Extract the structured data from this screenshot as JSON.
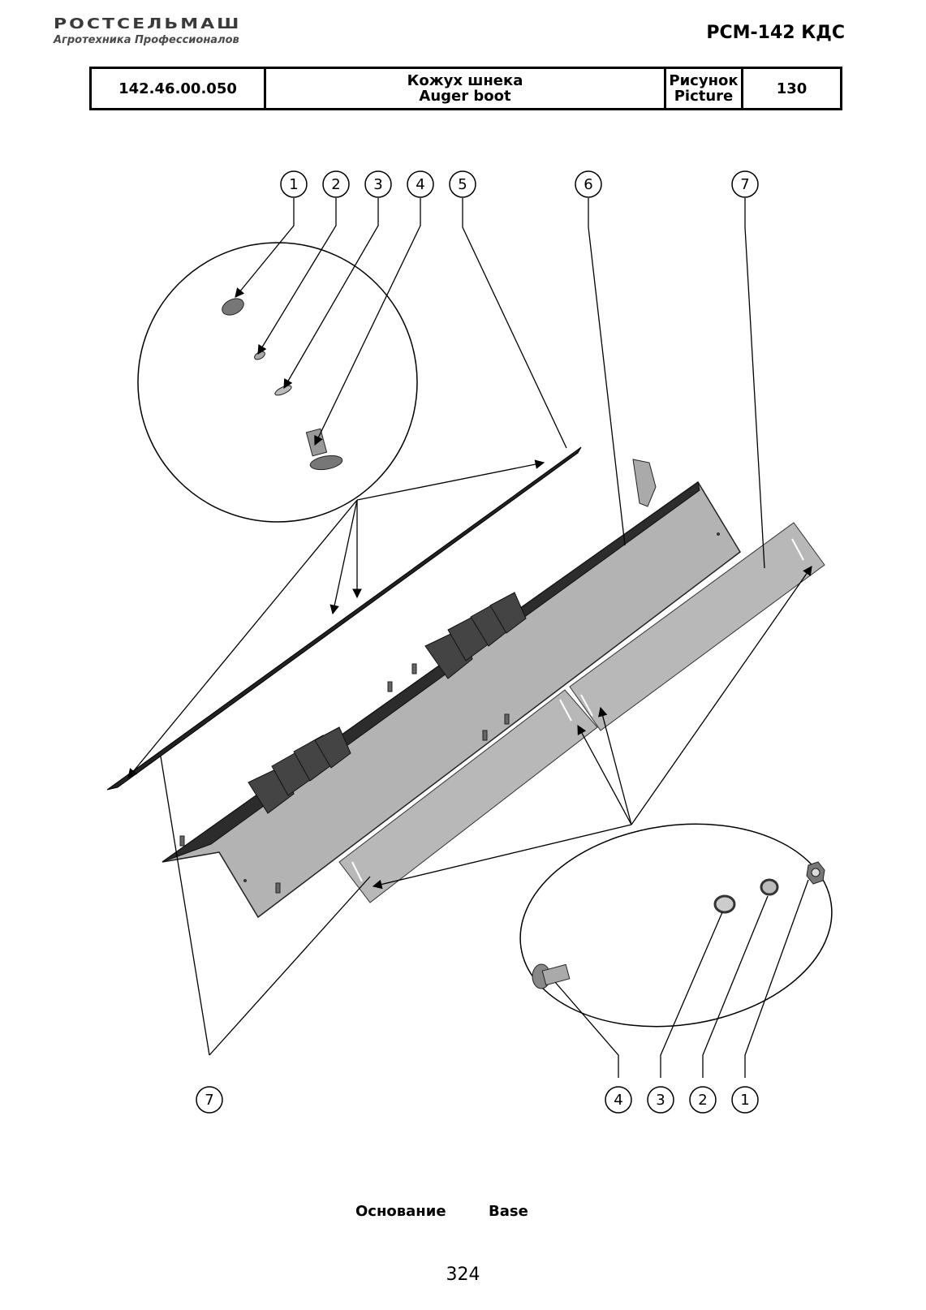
{
  "header": {
    "logo_text": "РОСТСЕЛЬМАШ",
    "logo_tagline": "Агротехника Профессионалов",
    "model": "РСМ-142 КДС"
  },
  "title_block": {
    "part_number": "142.46.00.050",
    "title_ru": "Кожух шнека",
    "title_en": "Auger boot",
    "picture_label_ru": "Рисунок",
    "picture_label_en": "Picture",
    "picture_number": "130"
  },
  "callouts_top": [
    "1",
    "2",
    "3",
    "4",
    "5",
    "6",
    "7"
  ],
  "callouts_bottom": [
    "7",
    "4",
    "3",
    "2",
    "1"
  ],
  "footer": {
    "caption_ru": "Основание",
    "caption_en": "Base",
    "page_number": "324"
  }
}
